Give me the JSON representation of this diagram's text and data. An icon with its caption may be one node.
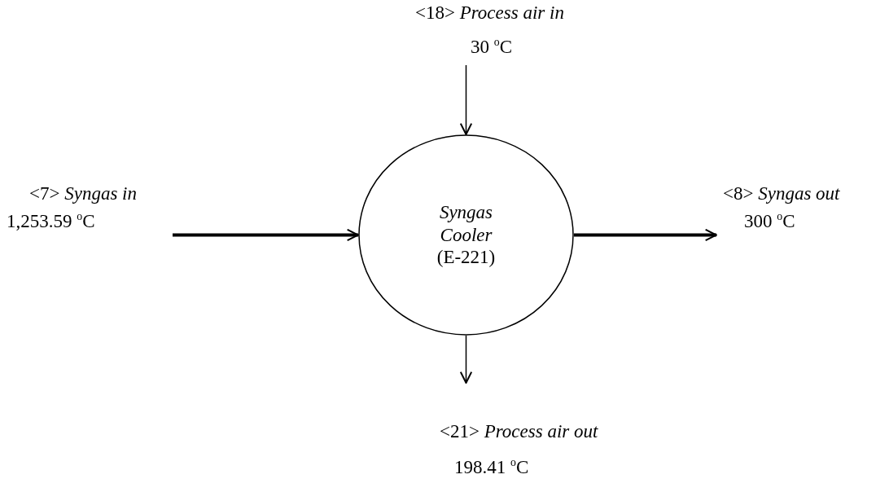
{
  "diagram": {
    "nodes": [
      {
        "text": [
          "Syngas Cooler",
          "(E-221)"
        ]
      },
      {
        "text": [
          "<7> *Syngas in*",
          "1,253.59  $^{o}$C"
        ]
      },
      {
        "text": [
          "<18> *Process air in*",
          "30  $^{o}$C"
        ]
      },
      {
        "text": [
          "<8> *Syngas out*",
          "300  $^{o}$C"
        ]
      },
      {
        "text": [
          "<21> *Process air out*",
          "198.41  $^{o}$C"
        ]
      }
    ],
    "edges": [
      {
        "from": 1,
        "to": 0,
        "arrow": "to",
        "style": "thick"
      },
      {
        "from": 2,
        "to": 0,
        "arrow": "to"
      },
      {
        "from": 0,
        "to": 3,
        "arrow": "to",
        "style": "thick"
      },
      {
        "from": 0,
        "to": 4,
        "arrow": "to"
      }
    ]
  }
}
